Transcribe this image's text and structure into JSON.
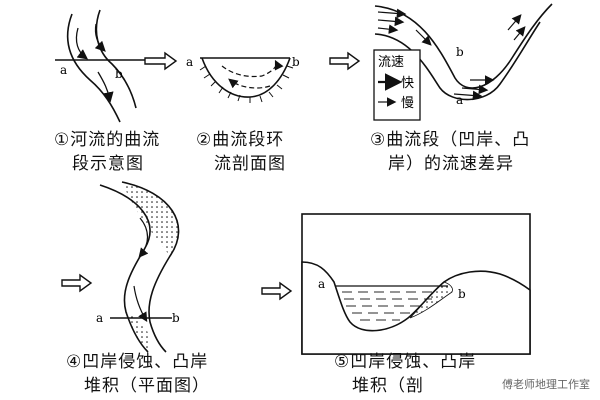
{
  "labels": {
    "a": "a",
    "b": "b"
  },
  "panels": {
    "p1": {
      "caption_line1": "①河流的曲流",
      "caption_line2": "段示意图"
    },
    "p2": {
      "caption_line1": "②曲流段环",
      "caption_line2": "流剖面图"
    },
    "p3": {
      "caption_line1": "③曲流段（凹岸、凸",
      "caption_line2": "岸）的流速差异",
      "legend_title": "流速",
      "legend_fast": "快",
      "legend_slow": "慢"
    },
    "p4": {
      "caption_line1": "④凹岸侵蚀、凸岸",
      "caption_line2": "堆积（平面图）"
    },
    "p5": {
      "caption_line1": "⑤凹岸侵蚀、凸岸",
      "caption_line2": "堆积（剖"
    }
  },
  "watermark": "傅老师地理工作室"
}
